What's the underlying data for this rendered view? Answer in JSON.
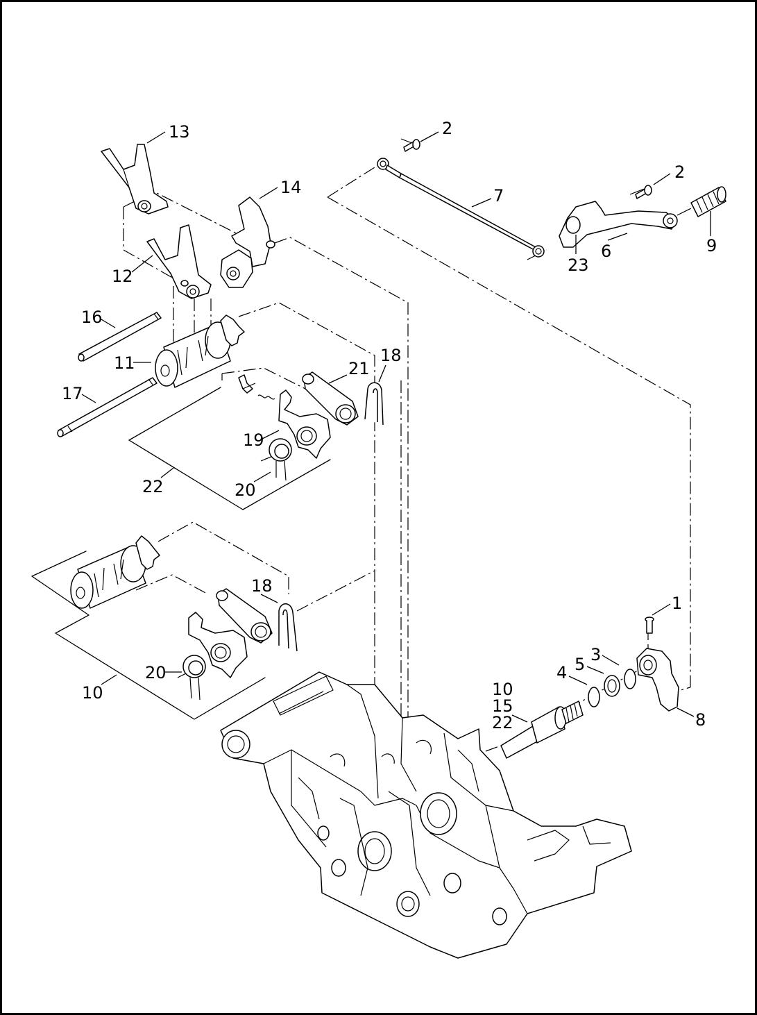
{
  "labels": {
    "l1": "1",
    "l2a": "2",
    "l2b": "2",
    "l3": "3",
    "l4": "4",
    "l5": "5",
    "l6": "6",
    "l7": "7",
    "l8": "8",
    "l9": "9",
    "l10a": "10",
    "l10b": "10",
    "l11": "11",
    "l12": "12",
    "l13": "13",
    "l14": "14",
    "l15": "15",
    "l16": "16",
    "l17": "17",
    "l18a": "18",
    "l18b": "18",
    "l19": "19",
    "l20a": "20",
    "l20b": "20",
    "l21": "21",
    "l22a": "22",
    "l22b": "22",
    "l23": "23"
  }
}
